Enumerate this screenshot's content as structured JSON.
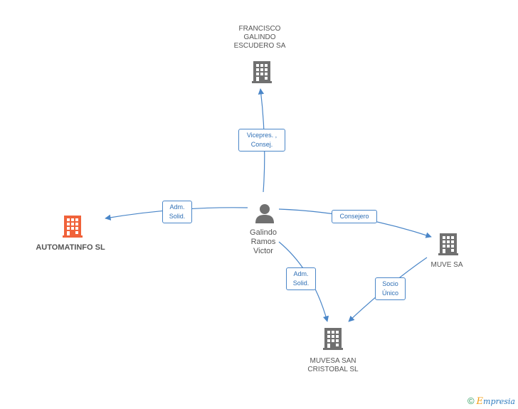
{
  "nodes": {
    "francisco": {
      "label_lines": [
        "FRANCISCO",
        "GALINDO",
        "ESCUDERO SA"
      ],
      "kind": "company"
    },
    "automatinfo": {
      "label": "AUTOMATINFO SL",
      "kind": "company-focus"
    },
    "galindo": {
      "label_lines": [
        "Galindo",
        "Ramos",
        "Victor"
      ],
      "kind": "person"
    },
    "muve": {
      "label": "MUVE SA",
      "kind": "company"
    },
    "muvesa": {
      "label_lines": [
        "MUVESA SAN",
        "CRISTOBAL SL"
      ],
      "kind": "company"
    }
  },
  "edges": [
    {
      "from": "galindo",
      "to": "francisco",
      "label_lines": [
        "Vicepres. ,",
        "Consej."
      ]
    },
    {
      "from": "galindo",
      "to": "automatinfo",
      "label_lines": [
        "Adm.",
        "Solid."
      ]
    },
    {
      "from": "galindo",
      "to": "muve",
      "label_lines": [
        "Consejero"
      ]
    },
    {
      "from": "galindo",
      "to": "muvesa",
      "label_lines": [
        "Adm.",
        "Solid."
      ]
    },
    {
      "from": "muve",
      "to": "muvesa",
      "label_lines": [
        "Socio",
        "Único"
      ]
    }
  ],
  "colors": {
    "edge": "#4a86c8",
    "company_icon": "#707070",
    "focus_icon": "#f0623a",
    "person_icon": "#707070"
  },
  "watermark": {
    "copyright": "©",
    "brand_first": "E",
    "brand_rest": "mpresia"
  }
}
